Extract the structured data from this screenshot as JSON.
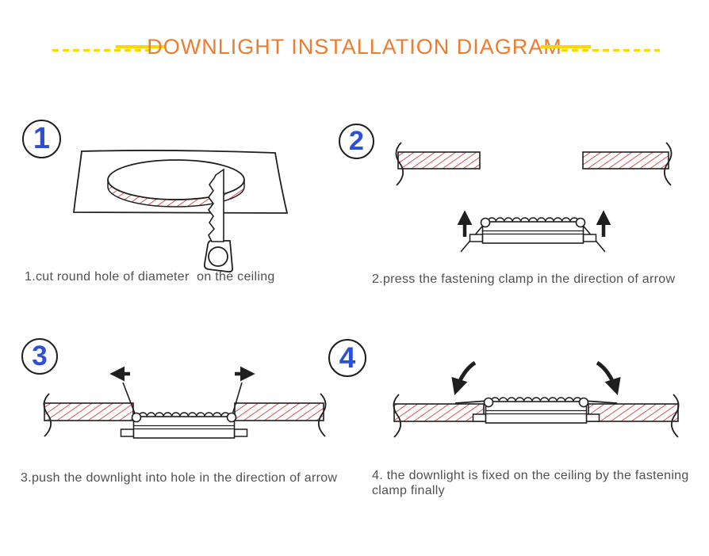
{
  "title": "DOWNLIGHT INSTALLATION DIAGRAM",
  "colors": {
    "background": "#FFFFFF",
    "title_orange": "#ED7C2E",
    "accent_yellow": "#FFD400",
    "step_blue": "#2B4FD6",
    "hatch_red": "#D63333",
    "line_black": "#1F1F1F",
    "caption_gray": "#4F5052"
  },
  "steps": [
    {
      "number": "1",
      "caption": "1.cut round hole of diameter  on the ceiling"
    },
    {
      "number": "2",
      "caption": "2.press the fastening clamp in the direction of arrow"
    },
    {
      "number": "3",
      "caption": "3.push the downlight into hole in the direction of arrow"
    },
    {
      "number": "4",
      "caption": "4. the downlight is fixed on the ceiling by the fastening\nclamp finally"
    }
  ]
}
